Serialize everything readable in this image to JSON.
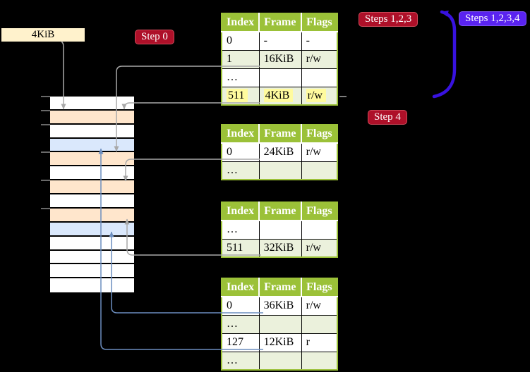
{
  "palette": {
    "background": "#000000",
    "table_header_green": "#9BC138",
    "table_row_light_green": "#EBF1DC",
    "highlight_yellow": "#FFFB9E",
    "frame_fill_peach": "#FFE6CC",
    "frame_fill_light_blue": "#DAE8FC",
    "page_size_box_cream": "#FFF2CC",
    "step_label_red": "#AE1029",
    "steps_label_violet": "#5A23F0",
    "big_arrow_violet": "#3812E0",
    "connector_grey": "#A9A9A9",
    "connector_blue": "#6C8EBF"
  },
  "labels": {
    "page_size_box": "4KiB",
    "step0": "Step 0",
    "steps123": "Steps 1,2,3",
    "steps1234": "Steps 1,2,3,4",
    "step4": "Step 4"
  },
  "memory_column": {
    "row_fills": [
      "white",
      "peach",
      "white",
      "blue",
      "peach",
      "white",
      "peach",
      "white",
      "peach",
      "blue",
      "white",
      "white",
      "white",
      "white"
    ]
  },
  "tables": [
    {
      "id": "page-table-top",
      "headers": {
        "index": "Index",
        "frame": "Frame",
        "flags": "Flags"
      },
      "rows": [
        {
          "index": "0",
          "frame": "-",
          "flags": "-"
        },
        {
          "index": "1",
          "frame": "16KiB",
          "flags": "r/w"
        },
        {
          "index": "…",
          "frame": "",
          "flags": ""
        },
        {
          "index": "511",
          "frame": "4KiB",
          "flags": "r/w"
        }
      ]
    },
    {
      "id": "page-table-second",
      "headers": {
        "index": "Index",
        "frame": "Frame",
        "flags": "Flags"
      },
      "rows": [
        {
          "index": "0",
          "frame": "24KiB",
          "flags": "r/w"
        },
        {
          "index": "…",
          "frame": "",
          "flags": ""
        }
      ]
    },
    {
      "id": "page-table-third",
      "headers": {
        "index": "Index",
        "frame": "Frame",
        "flags": "Flags"
      },
      "rows": [
        {
          "index": "…",
          "frame": "",
          "flags": ""
        },
        {
          "index": "511",
          "frame": "32KiB",
          "flags": "r/w"
        }
      ]
    },
    {
      "id": "page-table-bottom",
      "headers": {
        "index": "Index",
        "frame": "Frame",
        "flags": "Flags"
      },
      "rows": [
        {
          "index": "0",
          "frame": "36KiB",
          "flags": "r/w"
        },
        {
          "index": "…",
          "frame": "",
          "flags": ""
        },
        {
          "index": "127",
          "frame": "12KiB",
          "flags": "r"
        },
        {
          "index": "…",
          "frame": "",
          "flags": ""
        }
      ]
    }
  ]
}
